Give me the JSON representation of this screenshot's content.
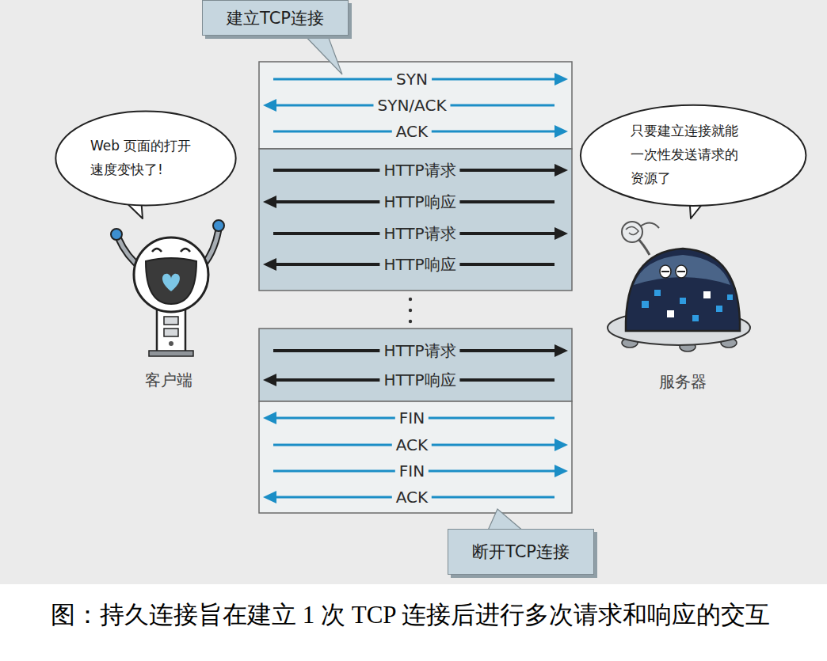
{
  "diagram": {
    "caption": "图：持久连接旨在建立 1 次 TCP 连接后进行多次请求和响应的交互",
    "nodes": [
      {
        "text": [
          "建立TCP连接"
        ]
      },
      {
        "text": [
          "Web 页面的打开 速度变快了!"
        ]
      },
      {
        "text": [
          "只要建立连接就能 一次性发送请求的 资源了"
        ]
      },
      {
        "text": [
          "断开TCP连接"
        ]
      }
    ],
    "labels": [
      "SYN",
      "SYN/ACK",
      "ACK",
      "HTTP请求",
      "HTTP响应",
      "HTTP请求",
      "HTTP响应",
      "HTTP请求",
      "HTTP响应",
      "FIN",
      "ACK",
      "FIN",
      "ACK",
      "客户端",
      "服务器"
    ]
  }
}
